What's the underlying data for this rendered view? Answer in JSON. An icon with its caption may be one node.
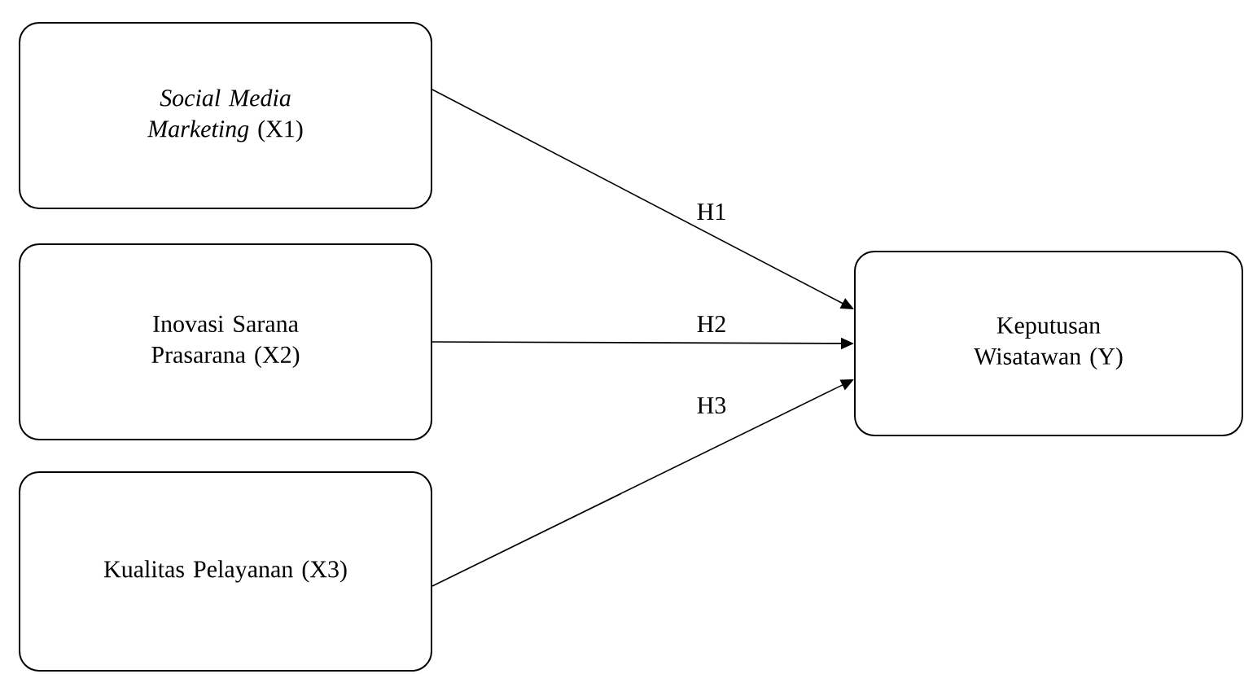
{
  "diagram": {
    "nodes": [
      {
        "text": [
          "*Social Media Marketing* (X1)"
        ]
      },
      {
        "text": [
          "Inovasi Sarana Prasarana (X2)"
        ]
      },
      {
        "text": [
          "Kualitas Pelayanan (X3)"
        ]
      },
      {
        "text": [
          "Keputusan Wisatawan (Y)"
        ]
      }
    ],
    "edges": [
      {
        "from": 0,
        "to": 3,
        "arrow": "to",
        "label": "H1"
      },
      {
        "from": 1,
        "to": 3,
        "arrow": "to",
        "label": "H2"
      },
      {
        "from": 2,
        "to": 3,
        "arrow": "to",
        "label": "H3"
      }
    ]
  }
}
